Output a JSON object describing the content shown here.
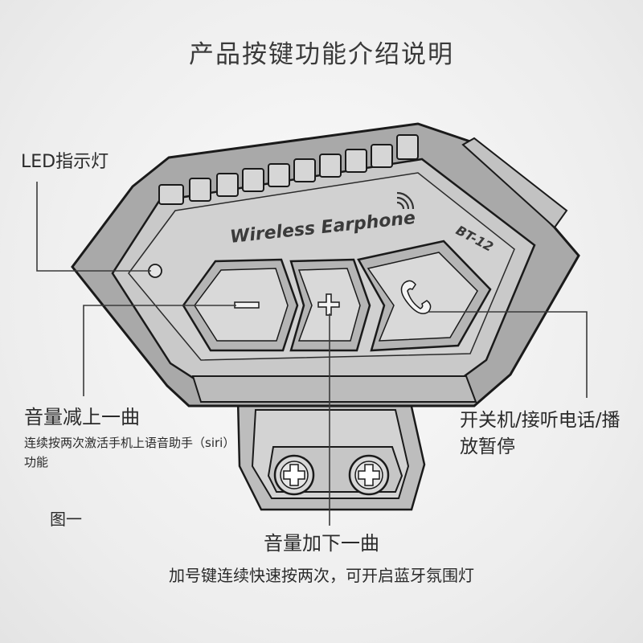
{
  "title": "产品按键功能介绍说明",
  "labels": {
    "led": "LED指示灯",
    "volume_down": "音量减上一曲",
    "volume_down_desc": "连续按两次激活手机上语音助手（siri）功能",
    "power": "开关机/接听电话/播放暂停",
    "figure": "图一",
    "volume_up": "音量加下一曲",
    "volume_up_desc": "加号键连续快速按两次，可开启蓝牙氛围灯"
  },
  "device": {
    "brand_text": "Wireless Earphone",
    "model_text": "BT-12"
  }
}
